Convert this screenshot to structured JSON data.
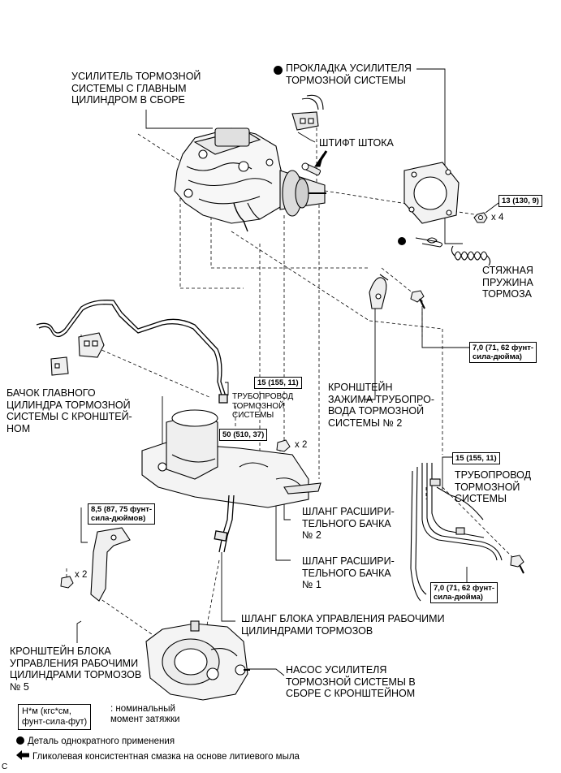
{
  "labels": {
    "booster": "УСИЛИТЕЛЬ ТОРМОЗНОЙ\nСИСТЕМЫ С ГЛАВНЫМ\nЦИЛИНДРОМ В СБОРЕ",
    "gasket": "ПРОКЛАДКА УСИЛИТЕЛЯ\nТОРМОЗНОЙ СИСТЕМЫ",
    "pin": "ШТИФТ ШТОКА",
    "spring": "СТЯЖНАЯ\nПРУЖИНА\nТОРМОЗА",
    "tube_small": "ТРУБОПРОВОД\nТОРМОЗНОЙ\nСИСТЕМЫ",
    "reservoir": "БАЧОК ГЛАВНОГО\nЦИЛИНДРА ТОРМОЗНОЙ\nСИСТЕМЫ С КРОНШТЕЙ-\nНОМ",
    "clamp_bracket": "КРОНШТЕЙН\nЗАЖИМА ТРУБОПРО-\nВОДА ТОРМОЗНОЙ\nСИСТЕМЫ № 2",
    "tube_right": "ТРУБОПРОВОД\nТОРМОЗНОЙ\nСИСТЕМЫ",
    "hose2": "ШЛАНГ РАСШИРИ-\nТЕЛЬНОГО БАЧКА\n№ 2",
    "hose1": "ШЛАНГ РАСШИРИ-\nТЕЛЬНОГО БАЧКА\n№ 1",
    "actuator_hose": "ШЛАНГ БЛОКА УПРАВЛЕНИЯ РАБОЧИМИ\nЦИЛИНДРАМИ ТОРМОЗОВ",
    "actuator_bracket": "КРОНШТЕЙН БЛОКА\nУПРАВЛЕНИЯ РАБОЧИМИ\nЦИЛИНДРАМИ ТОРМОЗОВ\n№ 5",
    "pump": "НАСОС УСИЛИТЕЛЯ\nТОРМОЗНОЙ СИСТЕМЫ В\nСБОРЕ С КРОНШТЕЙНОМ"
  },
  "torques": {
    "t13": "13 (130, 9)",
    "t7a": "7,0 (71, 62 фунт-\nсила-дюйма)",
    "t15a": "15 (155, 11)",
    "t50": "50 (510, 37)",
    "t85": "8,5 (87, 75 фунт-\nсила-дюймов)",
    "t15b": "15 (155, 11)",
    "t7b": "7,0 (71, 62 фунт-\nсила-дюйма)"
  },
  "counts": {
    "x4": "x 4",
    "x2a": "x 2",
    "x2b": "x 2"
  },
  "legend": {
    "unit_box": "Н*м (кгс*см,\nфунт-сила-фут)",
    "unit_desc": ": номинальный\nмомент затяжки",
    "single_use": "Деталь однократного применения",
    "grease": "Гликолевая консистентная смазка на основе литиевого мыла",
    "corner": "C"
  }
}
